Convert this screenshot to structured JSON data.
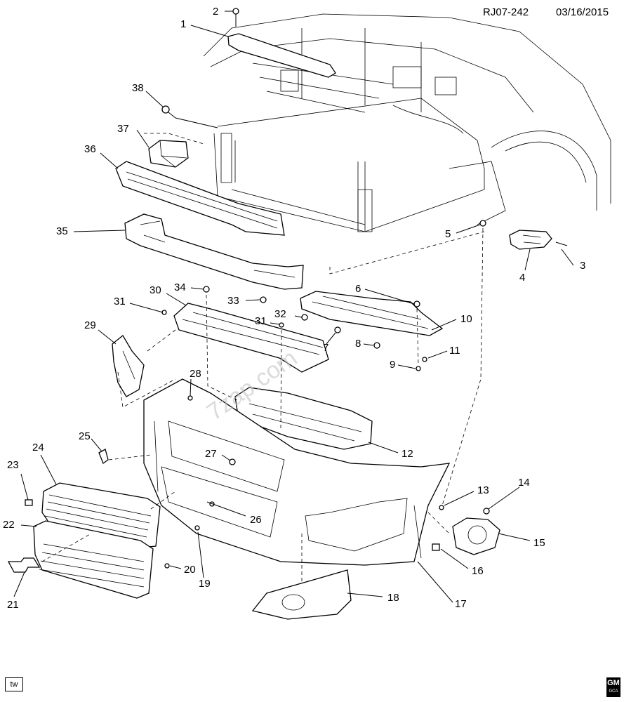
{
  "header": {
    "code": "RJ07-242",
    "date": "03/16/2015"
  },
  "watermark": "7zap.com",
  "footer": {
    "tw_label": "tw",
    "logo_text": "GM",
    "logo_sub": "GCA"
  },
  "callouts": [
    "1",
    "2",
    "3",
    "4",
    "5",
    "6",
    "7",
    "8",
    "9",
    "10",
    "11",
    "12",
    "13",
    "14",
    "15",
    "16",
    "17",
    "18",
    "19",
    "20",
    "21",
    "22",
    "23",
    "24",
    "25",
    "26",
    "27",
    "28",
    "29",
    "30",
    "31",
    "31",
    "32",
    "33",
    "34",
    "35",
    "36",
    "37",
    "38"
  ]
}
